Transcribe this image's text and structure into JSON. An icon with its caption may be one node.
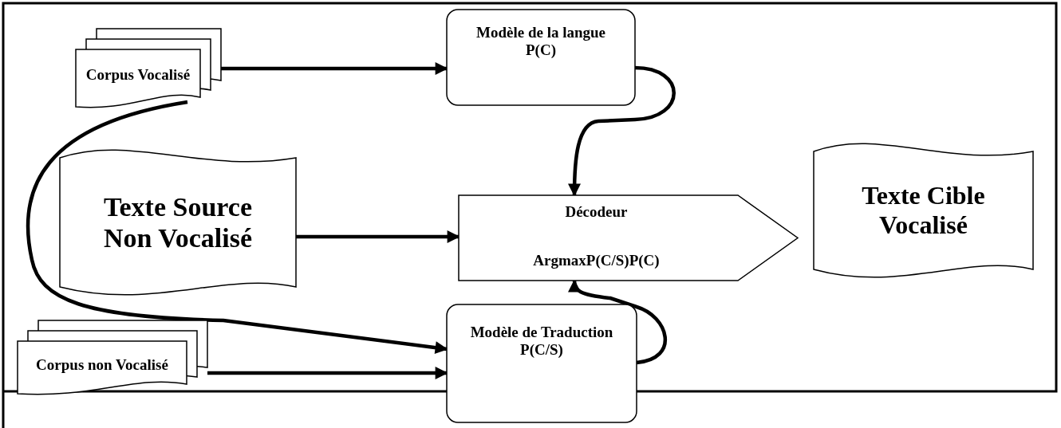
{
  "diagram": {
    "nodes": [
      {
        "text": [
          "Corpus Vocalisé"
        ]
      },
      {
        "text": [
          "Modèle de la langue",
          "P(C)"
        ]
      },
      {
        "text": [
          "Texte Source Non Vocalisé"
        ]
      },
      {
        "text": [
          "Décodeur",
          "ArgmaxP(C/S)P(C)"
        ]
      },
      {
        "text": [
          "Texte Cible Vocalisé"
        ]
      },
      {
        "text": [
          "Corpus non Vocalisé"
        ]
      },
      {
        "text": [
          "Modèle de Traduction",
          "P(C/S)"
        ]
      }
    ],
    "edges": [
      {
        "from": 0,
        "to": 1,
        "arrow": "to"
      },
      {
        "from": 1,
        "to": 3,
        "arrow": "to"
      },
      {
        "from": 2,
        "to": 3,
        "arrow": "to"
      },
      {
        "from": 0,
        "to": 6,
        "arrow": "to"
      },
      {
        "from": 5,
        "to": 6,
        "arrow": "to"
      },
      {
        "from": 6,
        "to": 3,
        "arrow": "to"
      }
    ]
  }
}
